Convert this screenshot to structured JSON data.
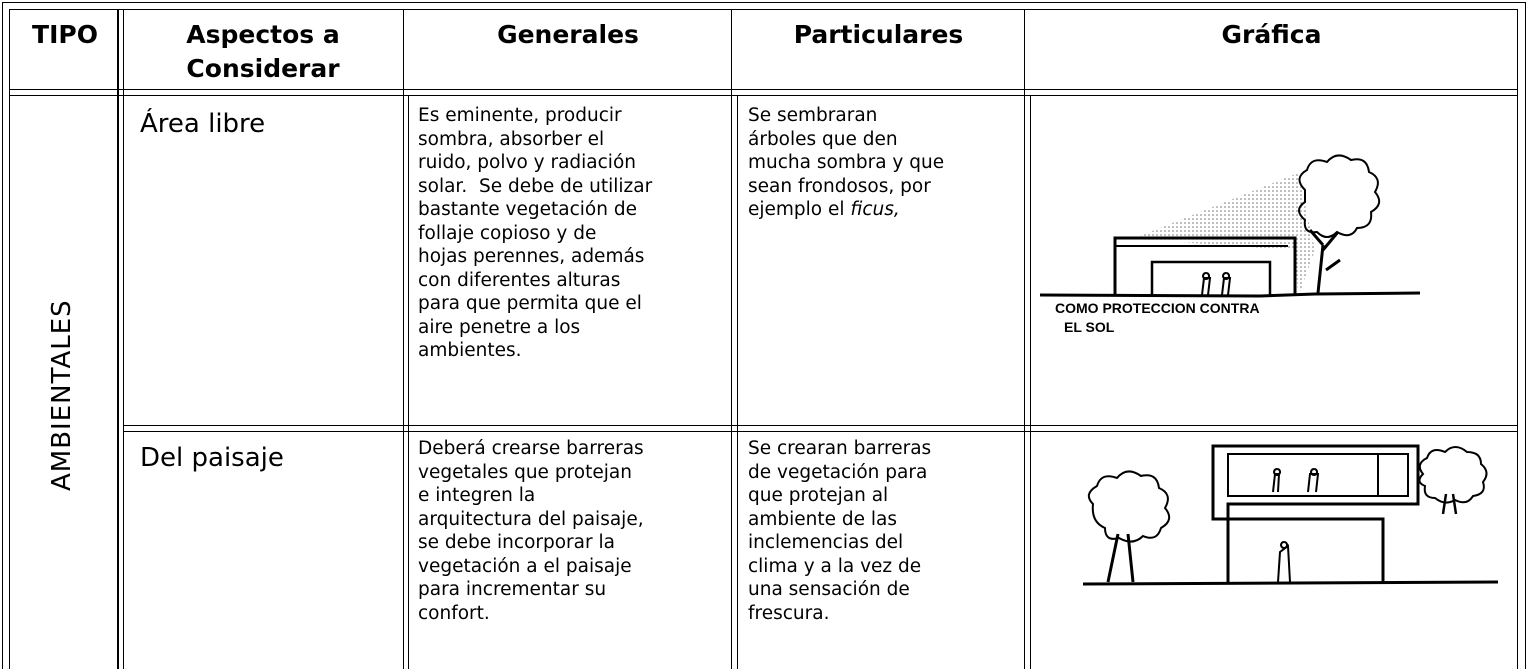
{
  "table": {
    "headers": {
      "tipo": "TIPO",
      "aspectos_line1": "Aspectos a",
      "aspectos_line2": "Considerar",
      "generales": "Generales",
      "particulares": "Particulares",
      "grafica": "Gráfica"
    },
    "tipo_label": "AMBIENTALES",
    "rows": [
      {
        "aspecto": "Área libre",
        "generales": [
          "Es eminente, producir",
          "sombra, absorber el",
          "ruido, polvo y radiación",
          "solar.  Se debe de utilizar",
          "bastante vegetación de",
          "follaje copioso y de",
          "hojas perennes, además",
          "con diferentes alturas",
          "para que permita que el",
          "aire penetre a los",
          "ambientes."
        ],
        "particulares_lines": [
          "Se sembraran",
          "árboles que den",
          "mucha sombra y que",
          "sean frondosos, por"
        ],
        "particulares_last_prefix": "ejemplo el ",
        "particulares_last_italic": "ficus,",
        "grafica_caption_1": "COMO PROTECCION CONTRA",
        "grafica_caption_2": "EL SOL"
      },
      {
        "aspecto": "Del paisaje",
        "generales": [
          "Deberá crearse barreras",
          "vegetales que protejan",
          "e integren la",
          "arquitectura del paisaje,",
          "se debe incorporar la",
          "vegetación a el paisaje",
          "para incrementar su",
          "confort."
        ],
        "particulares_lines": [
          "Se crearan barreras",
          "de vegetación para",
          "que protejan al",
          "ambiente de las",
          "inclemencias del",
          "clima y a la vez de",
          "una sensación de",
          "frescura."
        ]
      }
    ]
  },
  "colors": {
    "line": "#000000",
    "background": "#ffffff",
    "stipple": "#888888"
  }
}
